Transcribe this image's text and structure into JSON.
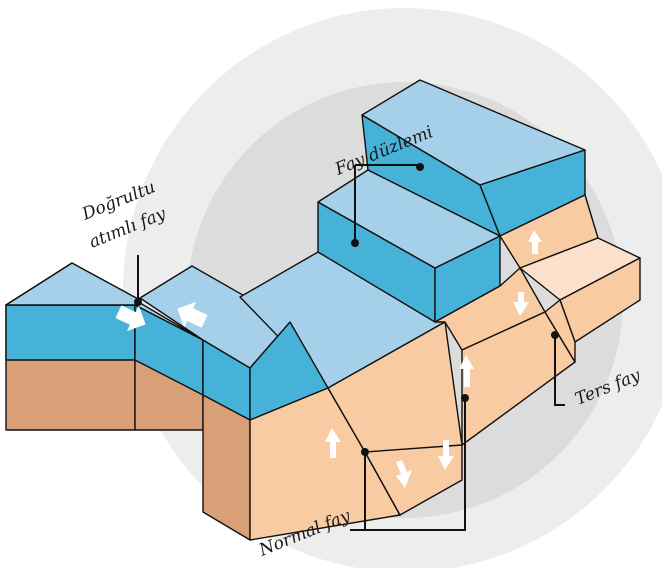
{
  "labels": {
    "fault_plane": "Fay düzlemi",
    "strike_slip_line1": "Doğrultu",
    "strike_slip_line2": "atımlı fay",
    "normal_fault": "Normal fay",
    "reverse_fault": "Ters fay"
  },
  "colors": {
    "background_circle_outer": "#ececec",
    "background_circle_inner": "#dedede",
    "top_surface": "#a6d0e9",
    "water_layer_side": "#47b2d8",
    "rock_light": "#f8cba3",
    "rock_dark": "#d9a078",
    "rock_pale": "#fbe0cc",
    "arrow": "#ffffff",
    "outline": "#111111"
  },
  "icons": [
    "double-arrow-icon",
    "up-arrow-icon",
    "down-arrow-icon"
  ]
}
